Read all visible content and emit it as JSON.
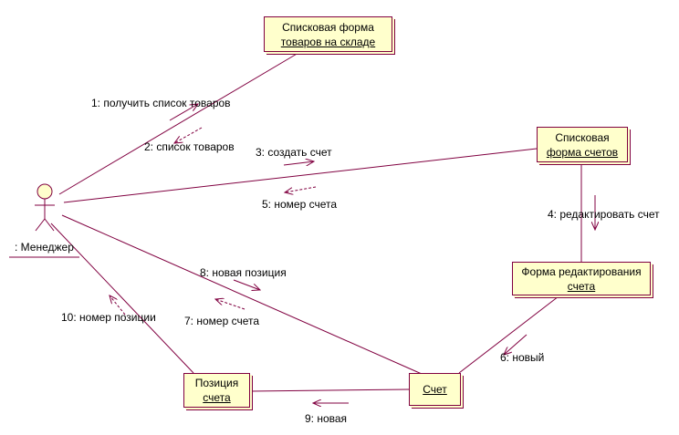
{
  "actor": {
    "label": ": Менеджер"
  },
  "objects": {
    "stock_list": {
      "line1": "Списковая форма",
      "line2": "товаров на складе"
    },
    "invoice_list": {
      "line1": "Списковая",
      "line2": "форма счетов"
    },
    "edit_form": {
      "line1": "Форма редактирования",
      "line2": "счета"
    },
    "invoice": {
      "line1": "Счет"
    },
    "position": {
      "line1": "Позиция",
      "line2": "счета"
    }
  },
  "messages": {
    "m1": "1: получить список товаров",
    "m2": "2: список товаров",
    "m3": "3: создать счет",
    "m4": "4: редактировать счет",
    "m5": "5: номер счета",
    "m6": "6: новый",
    "m7": "7: номер счета",
    "m8": "8: новая позиция",
    "m9": "9: новая",
    "m10": "10: номер позиции"
  },
  "colors": {
    "line": "#800040",
    "box_fill": "#ffffcc"
  }
}
